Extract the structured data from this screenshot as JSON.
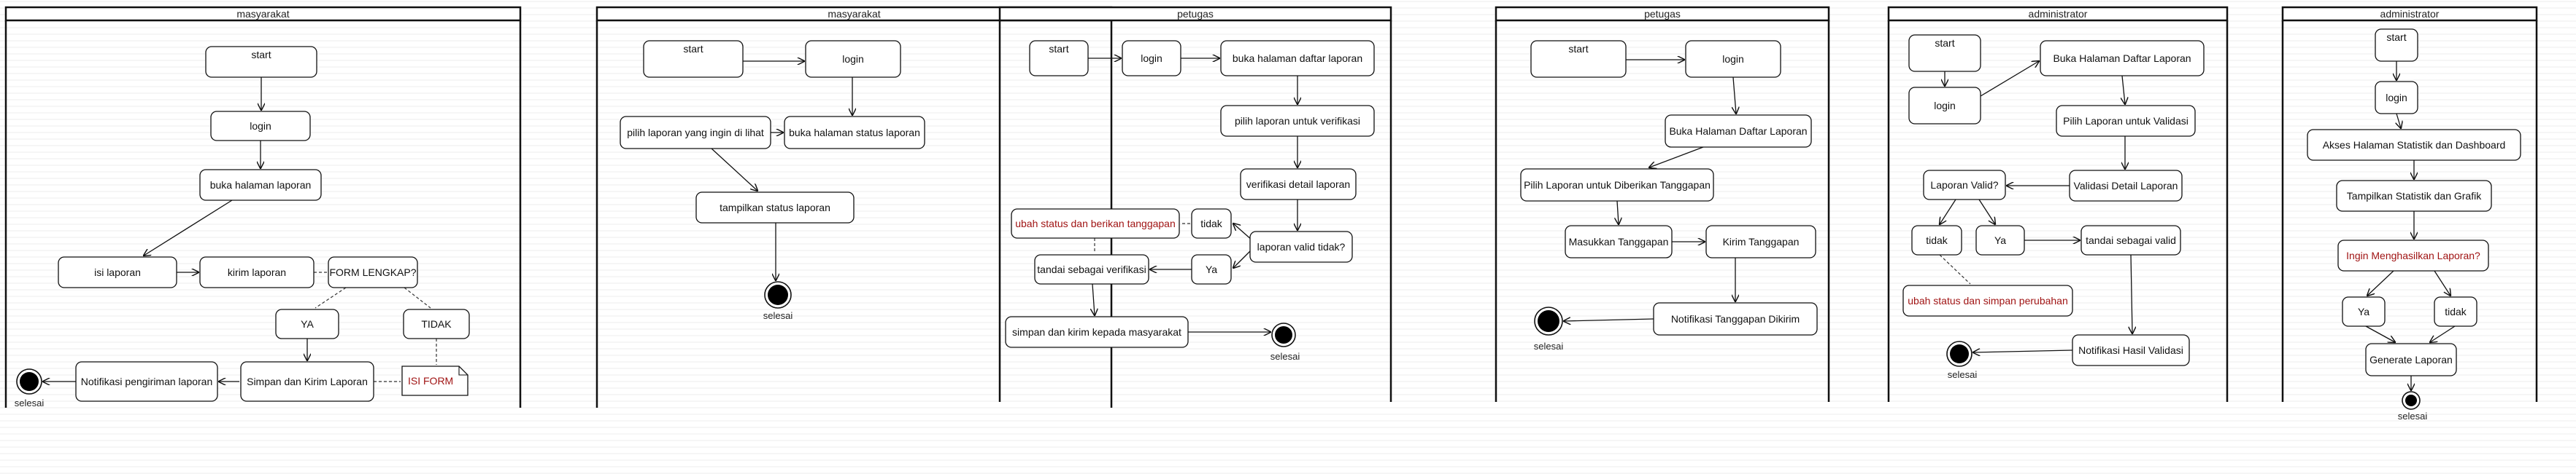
{
  "lanes": [
    {
      "title": "masyarakat"
    },
    {
      "title": "masyarakat"
    },
    {
      "title": "petugas"
    },
    {
      "title": "petugas"
    },
    {
      "title": "administrator"
    },
    {
      "title": "administrator"
    }
  ],
  "diagrams": [
    {
      "nodes": [
        {
          "label": "start"
        },
        {
          "label": "login"
        },
        {
          "label": "buka halaman laporan"
        },
        {
          "label": "isi laporan"
        },
        {
          "label": "kirim laporan"
        },
        {
          "label": "FORM LENGKAP?"
        },
        {
          "label": "YA"
        },
        {
          "label": "TIDAK"
        },
        {
          "label": "Simpan dan Kirim Laporan"
        },
        {
          "label": "Notifikasi pengiriman laporan"
        },
        {
          "label": "ISI FORM"
        }
      ],
      "end_label": "selesai"
    },
    {
      "nodes": [
        {
          "label": "start"
        },
        {
          "label": "login"
        },
        {
          "label": "pilih laporan yang ingin di lihat"
        },
        {
          "label": "buka halaman status laporan"
        },
        {
          "label": "tampilkan status laporan"
        }
      ],
      "end_label": "selesai"
    },
    {
      "nodes": [
        {
          "label": "start"
        },
        {
          "label": "login"
        },
        {
          "label": "buka halaman daftar laporan"
        },
        {
          "label": "pilih laporan untuk verifikasi"
        },
        {
          "label": "verifikasi detail laporan"
        },
        {
          "label": "laporan valid tidak?"
        },
        {
          "label": "tidak"
        },
        {
          "label": "Ya"
        },
        {
          "label": "ubah status dan berikan tanggapan"
        },
        {
          "label": "tandai sebagai verifikasi"
        },
        {
          "label": "simpan dan kirim kepada masyarakat"
        }
      ],
      "end_label": "selesai"
    },
    {
      "nodes": [
        {
          "label": "start"
        },
        {
          "label": "login"
        },
        {
          "label": "Buka Halaman Daftar Laporan"
        },
        {
          "label": "Pilih Laporan untuk Diberikan Tanggapan"
        },
        {
          "label": "Masukkan Tanggapan"
        },
        {
          "label": "Kirim Tanggapan"
        },
        {
          "label": "Notifikasi Tanggapan Dikirim"
        }
      ],
      "end_label": "selesai"
    },
    {
      "nodes": [
        {
          "label": "start"
        },
        {
          "label": "login"
        },
        {
          "label": "Buka Halaman Daftar Laporan"
        },
        {
          "label": "Pilih Laporan untuk Validasi"
        },
        {
          "label": "Validasi Detail Laporan"
        },
        {
          "label": "Laporan Valid?"
        },
        {
          "label": "tidak"
        },
        {
          "label": "Ya"
        },
        {
          "label": "tandai sebagai valid"
        },
        {
          "label": "ubah status dan simpan perubahan"
        },
        {
          "label": "Notifikasi Hasil Validasi"
        }
      ],
      "end_label": "selesai"
    },
    {
      "nodes": [
        {
          "label": "start"
        },
        {
          "label": "login"
        },
        {
          "label": "Akses Halaman Statistik dan Dashboard"
        },
        {
          "label": "Tampilkan Statistik dan Grafik"
        },
        {
          "label": "Ingin Menghasilkan Laporan?"
        },
        {
          "label": "Ya"
        },
        {
          "label": "tidak"
        },
        {
          "label": "Generate Laporan"
        }
      ],
      "end_label": "selesai"
    }
  ],
  "colors": {
    "note_text": "#a01414",
    "line": "#111111"
  }
}
